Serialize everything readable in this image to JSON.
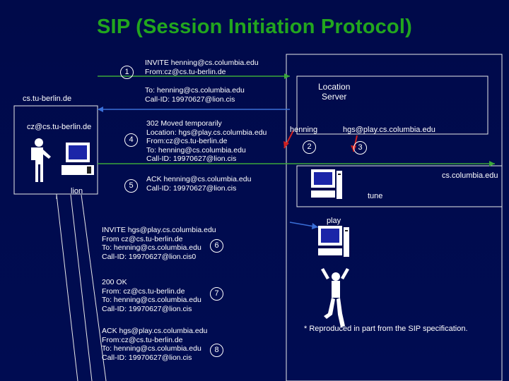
{
  "title": "SIP (Session Initiation Protocol)",
  "labels": {
    "domain_left": "cs.tu-berlin.de",
    "user_left": "cz@cs.tu-berlin.de",
    "host_lion": "lion",
    "location_server": "Location\nServer",
    "henning": "henning",
    "hgs_addr": "hgs@play.cs.columbia.edu",
    "domain_right": "cs.columbia.edu",
    "host_tune": "tune",
    "host_play": "play"
  },
  "steps": [
    {
      "num": "1",
      "lines": [
        "INVITE henning@cs.columbia.edu",
        "From:cz@cs.tu-berlin.de"
      ]
    },
    {
      "num": "",
      "lines": [
        "To: henning@cs.columbia.edu",
        "Call-ID: 19970627@lion.cis"
      ]
    },
    {
      "num": "4",
      "lines": [
        "302 Moved temporarily",
        "Location: hgs@play.cs.columbia.edu",
        "From:cz@cs.tu-berlin.de",
        "To: henning@cs.columbia.edu",
        "Call-ID: 19970627@lion.cis"
      ]
    },
    {
      "num": "5",
      "lines": [
        "ACK henning@cs.columbia.edu",
        "Call-ID: 19970627@lion.cis"
      ]
    },
    {
      "num": "6",
      "lines": [
        "INVITE hgs@play.cs.columbia.edu",
        "From cz@cs.tu-berlin.de",
        "To: henning@cs.columbia.edu",
        "Call-ID: 19970627@lion.cis0"
      ]
    },
    {
      "num": "7",
      "lines": [
        "200 OK",
        "From: cz@cs.tu-berlin.de",
        "To: henning@cs.columbia.edu",
        "Call-ID: 19970627@lion.cis"
      ]
    },
    {
      "num": "8",
      "lines": [
        "ACK hgs@play.cs.columbia.edu",
        "From:cz@cs.tu-berlin.de",
        "To: henning@cs.columbia.edu",
        "Call-ID: 19970627@lion.cis"
      ]
    }
  ],
  "server_steps": [
    "2",
    "3"
  ],
  "footnote": "* Reproduced in part from the SIP specification.",
  "colors": {
    "background": "#000c52",
    "title": "#22a61e",
    "arrow_green": "#3aa83a",
    "arrow_blue": "#3a6fd8",
    "arrow_red": "#d02020",
    "lines": "#e8e8e8"
  },
  "icons": [
    "person-icon",
    "computer-icon",
    "dancing-person-icon"
  ]
}
